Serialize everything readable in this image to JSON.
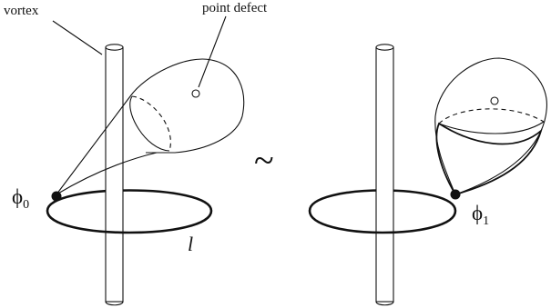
{
  "labels": {
    "vortex": "vortex",
    "point_defect": "point defect",
    "phi0_base": "ϕ",
    "phi0_sub": "0",
    "loop": "l",
    "equiv": "~",
    "phi1_base": "ϕ",
    "phi1_sub": "1"
  }
}
